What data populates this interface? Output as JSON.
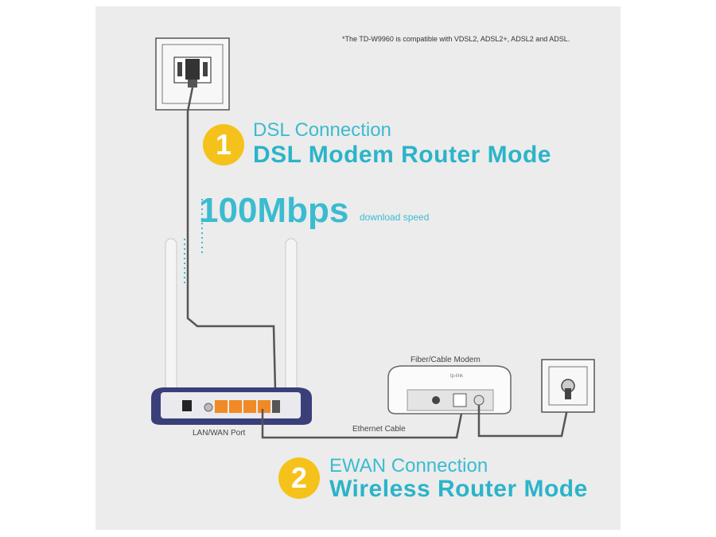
{
  "note": "*The TD-W9960 is compatible with VDSL2, ADSL2+, ADSL2 and ADSL.",
  "connection1": {
    "number": "1",
    "subtitle": "DSL Connection",
    "title": "DSL Modem Router Mode"
  },
  "speed": {
    "value": "100Mbps",
    "caption": "download speed"
  },
  "labels": {
    "modem": "Fiber/Cable Modem",
    "port": "LAN/WAN Port",
    "cable": "Ethernet Cable"
  },
  "connection2": {
    "number": "2",
    "subtitle": "EWAN Connection",
    "title": "Wireless Router Mode"
  },
  "colors": {
    "accent": "#2bb4c9",
    "badge": "#f5c21b",
    "port": "#f08a24",
    "router_base": "#3a3f7a"
  }
}
